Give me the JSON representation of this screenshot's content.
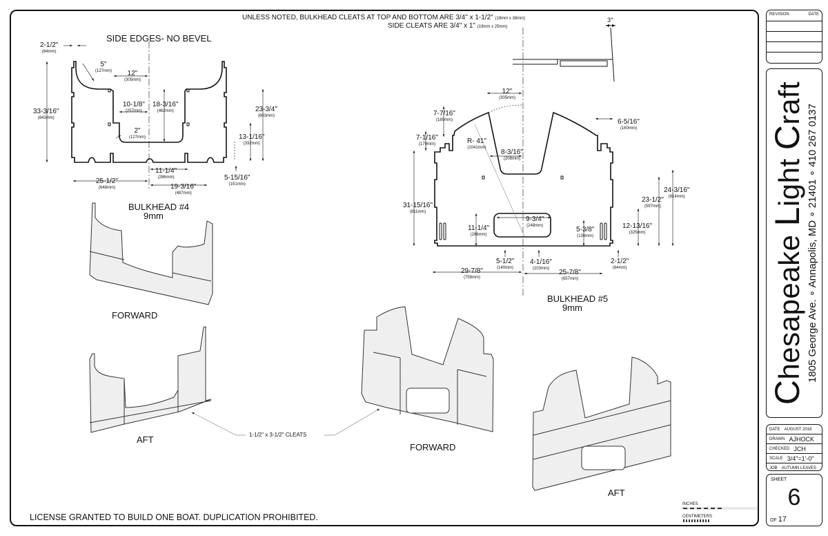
{
  "notes": {
    "line1": "UNLESS NOTED, BULKHEAD CLEATS AT TOP AND BOTTOM ARE 3/4\" x 1-1/2\"",
    "line1_mm": "(19mm x 38mm)",
    "line2": "SIDE CLEATS ARE 3/4\" x 1\"",
    "line2_mm": "(19mm x 25mm)",
    "license": "LICENSE GRANTED TO BUILD ONE BOAT. DUPLICATION PROHIBITED."
  },
  "bulkhead4": {
    "heading": "SIDE EDGES- NO BEVEL",
    "title": "BULKHEAD #4",
    "thickness": "9mm",
    "dims": [
      {
        "in": "2-1/2\"",
        "mm": "(64mm)"
      },
      {
        "in": "5\"",
        "mm": "(127mm)"
      },
      {
        "in": "12\"",
        "mm": "(305mm)"
      },
      {
        "in": "10-1/8\"",
        "mm": "(257mm)"
      },
      {
        "in": "18-3/16\"",
        "mm": "(462mm)"
      },
      {
        "in": "33-3/16\"",
        "mm": "(843mm)"
      },
      {
        "in": "2\"",
        "mm": "(127mm)"
      },
      {
        "in": "23-3/4\"",
        "mm": "(603mm)"
      },
      {
        "in": "13-1/16\"",
        "mm": "(332mm)"
      },
      {
        "in": "11-1/4\"",
        "mm": "(286mm)"
      },
      {
        "in": "25-1/2\"",
        "mm": "(648mm)"
      },
      {
        "in": "19-3/16\"",
        "mm": "(487mm)"
      },
      {
        "in": "5-15/16\"",
        "mm": "(151mm)"
      }
    ],
    "views": {
      "forward": "FORWARD",
      "aft": "AFT"
    }
  },
  "bulkhead5": {
    "title": "BULKHEAD #5",
    "thickness": "9mm",
    "bevel_angle": "3°",
    "dims": [
      {
        "in": "12\"",
        "mm": "(305mm)"
      },
      {
        "in": "7-7/16\"",
        "mm": "(189mm)"
      },
      {
        "in": "6-5/16\"",
        "mm": "(160mm)"
      },
      {
        "in": "7-1/16\"",
        "mm": "(179mm)"
      },
      {
        "in": "R- 41\"",
        "mm": "(1041mm)"
      },
      {
        "in": "8-3/16\"",
        "mm": "(208mm)"
      },
      {
        "in": "24-3/16\"",
        "mm": "(614mm)"
      },
      {
        "in": "23-1/2\"",
        "mm": "(597mm)"
      },
      {
        "in": "31-15/16\"",
        "mm": "(811mm)"
      },
      {
        "in": "9-3/4\"",
        "mm": "(248mm)"
      },
      {
        "in": "11-1/4\"",
        "mm": "(286mm)"
      },
      {
        "in": "5-3/8\"",
        "mm": "(136mm)"
      },
      {
        "in": "12-13/16\"",
        "mm": "(325mm)"
      },
      {
        "in": "5-1/2\"",
        "mm": "(140mm)"
      },
      {
        "in": "4-1/16\"",
        "mm": "(103mm)"
      },
      {
        "in": "2-1/2\"",
        "mm": "(64mm)"
      },
      {
        "in": "29-7/8\"",
        "mm": "(759mm)"
      },
      {
        "in": "25-7/8\"",
        "mm": "(657mm)"
      }
    ],
    "views": {
      "forward": "FORWARD",
      "aft": "AFT"
    }
  },
  "cleats_callout": "1-1/2\" x 3-1/2\" CLEATS",
  "scale_bar": {
    "inches": "INCHES",
    "centimeters": "CENTIMETERS"
  },
  "title_block": {
    "revision_label": "REVISION",
    "date_label": "DATE",
    "company_c": "C",
    "company_1": "hesapeake ",
    "company_l": "L",
    "company_2": "ight ",
    "company_c2": "C",
    "company_3": "raft",
    "address": "1805 George Ave.  ∘  Annapolis, MD ∘ 21401  ∘  410 267 0137",
    "info": [
      {
        "label": "DATE",
        "value": "AUGUST 2016"
      },
      {
        "label": "DRAWN",
        "value": "AJHOCK"
      },
      {
        "label": "CHECKED",
        "value": "JCH"
      },
      {
        "label": "SCALE",
        "value": "3/4\"=1'-0\""
      },
      {
        "label": "JOB",
        "value": "AUTUMN LEAVES"
      }
    ],
    "sheet_label": "SHEET",
    "sheet_number": "6",
    "of_label": "OF",
    "total_sheets": "17"
  }
}
